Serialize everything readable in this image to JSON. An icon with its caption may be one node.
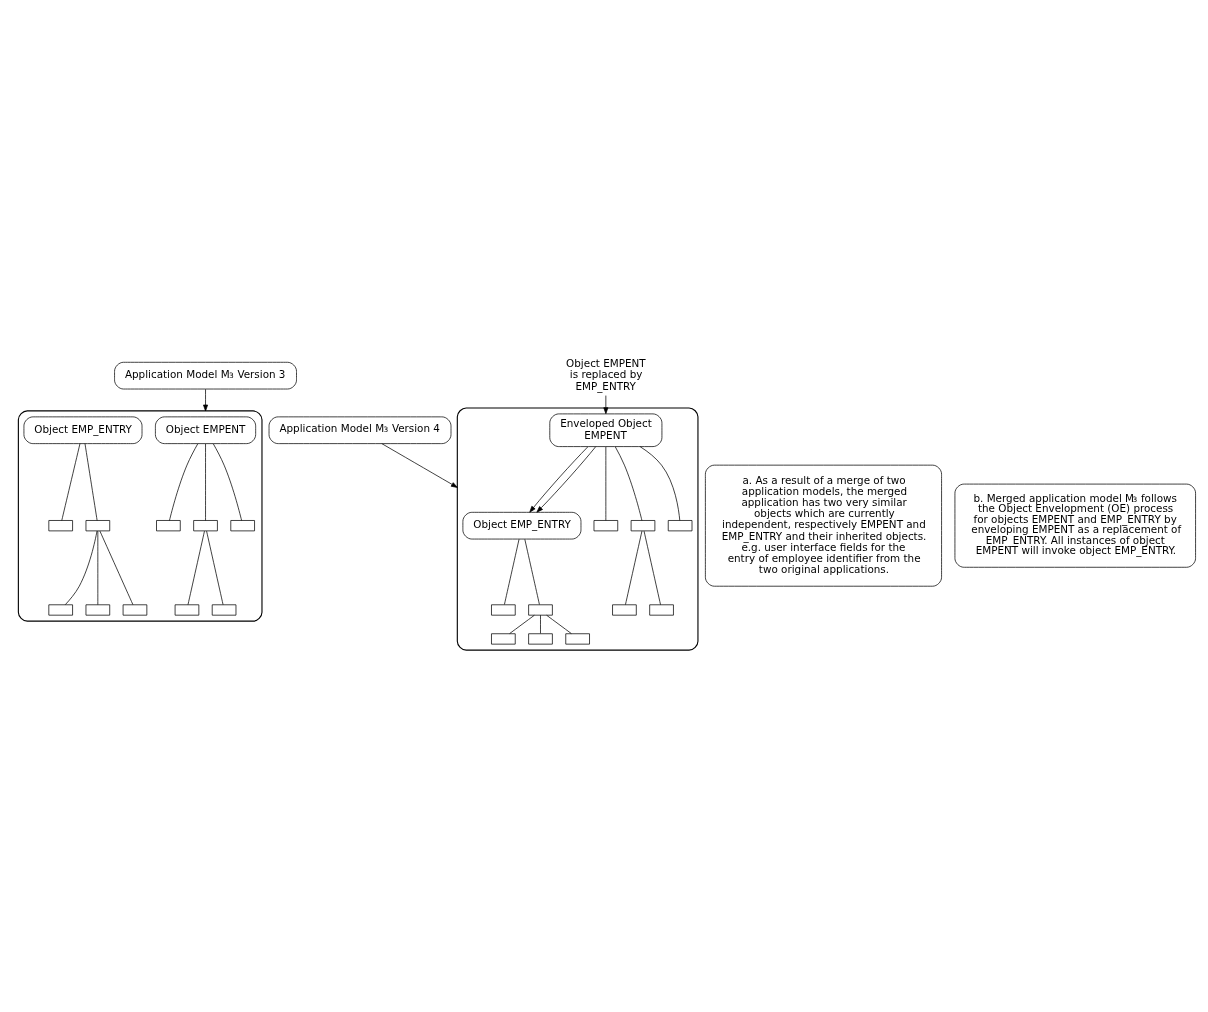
{
  "diagram": {
    "nodes": [
      {
        "text": [
          "Application Model M$_{3}$ Version 3"
        ]
      },
      {
        "text": [],
        "shape": "cloud"
      },
      {
        "text": [
          "Object EMPENT"
        ],
        "in": 1
      },
      {
        "text": [],
        "shape": "box",
        "in": 1
      },
      {
        "text": [],
        "shape": "box",
        "in": 1
      },
      {
        "text": [],
        "shape": "box",
        "in": 1
      },
      {
        "text": [],
        "shape": "box",
        "in": 1
      },
      {
        "text": [],
        "shape": "box",
        "in": 1
      },
      {
        "text": [
          "Object EMP_ENTRY"
        ],
        "in": 1
      },
      {
        "text": [],
        "shape": "box",
        "in": 1
      },
      {
        "text": [],
        "shape": "box",
        "in": 1
      },
      {
        "text": [],
        "shape": "box",
        "in": 1
      },
      {
        "text": [],
        "shape": "box",
        "in": 1
      },
      {
        "text": [],
        "shape": "box",
        "in": 1
      },
      {
        "text": [
          "Application Model M$_{3}$ Version 4"
        ]
      },
      {
        "text": [
          "Object EMPENT is replaced by EMP_ENTRY"
        ]
      },
      {
        "text": [],
        "shape": "cloud"
      },
      {
        "text": [
          "Object EMP_ENTRY"
        ],
        "in": 16
      },
      {
        "text": [],
        "shape": "box",
        "in": 16
      },
      {
        "text": [],
        "shape": "box",
        "in": 16
      },
      {
        "text": [],
        "shape": "box",
        "in": 16
      },
      {
        "text": [],
        "shape": "box",
        "in": 16
      },
      {
        "text": [],
        "shape": "box",
        "in": 16
      },
      {
        "text": [
          "Enveloped Object EMPENT"
        ],
        "in": 16
      },
      {
        "text": [],
        "shape": "box",
        "in": 16
      },
      {
        "text": [],
        "shape": "box",
        "in": 16
      },
      {
        "text": [],
        "shape": "box",
        "in": 16
      },
      {
        "text": [],
        "shape": "box",
        "in": 16
      },
      {
        "text": [],
        "shape": "box",
        "in": 16
      },
      {
        "text": [
          "a. As a result of a merge of two application models, the merged application has two very similar objects which are currently independent, respectively EMPENT and EMP_ENTRY and their inherited objects. e.g. user interface fields for the entry of employee identifier from the two original applications."
        ]
      },
      {
        "text": [
          "b. Merged application model M$_{3}$ follows the Object Envelopment (OE) process for objects EMPENT and EMP_ENTRY by enveloping EMPENT as a replacement of EMP_ENTRY. All instances of object EMPENT will invoke object EMP_ENTRY."
        ]
      }
    ],
    "edges": [
      {
        "from": 0,
        "to": 1,
        "arrow": "to"
      },
      {
        "from": 2,
        "to": 3,
        "arrow": "none"
      },
      {
        "from": 2,
        "to": 4,
        "arrow": "none"
      },
      {
        "from": 2,
        "to": 5,
        "arrow": "none"
      },
      {
        "from": 4,
        "to": 6,
        "arrow": "none"
      },
      {
        "from": 4,
        "to": 7,
        "arrow": "none"
      },
      {
        "from": 8,
        "to": 9,
        "arrow": "none"
      },
      {
        "from": 8,
        "to": 10,
        "arrow": "none"
      },
      {
        "from": 10,
        "to": 11,
        "arrow": "none"
      },
      {
        "from": 10,
        "to": 12,
        "arrow": "none"
      },
      {
        "from": 10,
        "to": 13,
        "arrow": "none"
      },
      {
        "from": 14,
        "to": 16,
        "arrow": "to"
      },
      {
        "from": 15,
        "to": 23,
        "arrow": "to"
      },
      {
        "from": 23,
        "to": 17,
        "arrow": "to"
      },
      {
        "from": 23,
        "to": 17,
        "arrow": "to"
      },
      {
        "from": 17,
        "to": 18,
        "arrow": "none"
      },
      {
        "from": 17,
        "to": 19,
        "arrow": "none"
      },
      {
        "from": 19,
        "to": 20,
        "arrow": "none"
      },
      {
        "from": 19,
        "to": 21,
        "arrow": "none"
      },
      {
        "from": 19,
        "to": 22,
        "arrow": "none"
      },
      {
        "from": 23,
        "to": 24,
        "arrow": "none"
      },
      {
        "from": 23,
        "to": 25,
        "arrow": "none"
      },
      {
        "from": 23,
        "to": 26,
        "arrow": "none"
      },
      {
        "from": 25,
        "to": 27,
        "arrow": "none"
      },
      {
        "from": 25,
        "to": 28,
        "arrow": "none"
      }
    ]
  }
}
